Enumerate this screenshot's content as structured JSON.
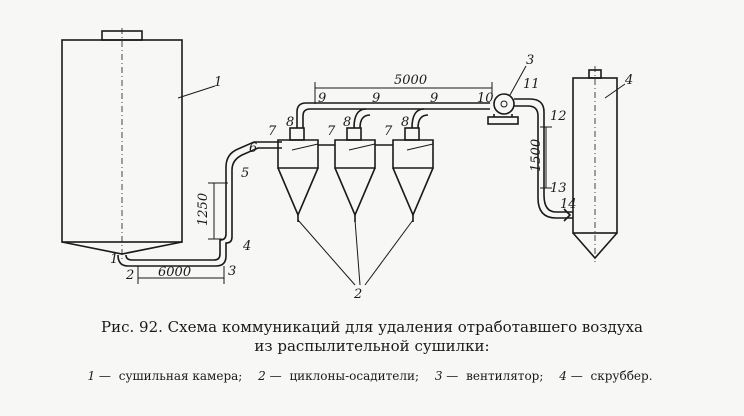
{
  "caption": {
    "line1": "Рис. 92. Схема коммуникаций для удаления отработавшего воздуха",
    "line2": "из распылительной сушилки:"
  },
  "legend": [
    {
      "num": "1",
      "text": "сушильная  камера;"
    },
    {
      "num": "2",
      "text": "циклоны-осадители;"
    },
    {
      "num": "3",
      "text": "вентилятор;"
    },
    {
      "num": "4",
      "text": "скруббер."
    }
  ],
  "dimensions": {
    "d5000": "5000",
    "d6000": "6000",
    "d1250": "1250",
    "d1500": "1500"
  },
  "labels": {
    "n1": "1",
    "n1b": "1",
    "n2": "2",
    "n2c": "2",
    "n3": "3",
    "n3b": "3",
    "n4": "4",
    "n4b": "4",
    "n5": "5",
    "n6": "6",
    "n7a": "7",
    "n7b": "7",
    "n7c": "7",
    "n8a": "8",
    "n8b": "8",
    "n8c": "8",
    "n9a": "9",
    "n9b": "9",
    "n9c": "9",
    "n10": "10",
    "n11": "11",
    "n12": "12",
    "n13": "13",
    "n14": "14"
  }
}
